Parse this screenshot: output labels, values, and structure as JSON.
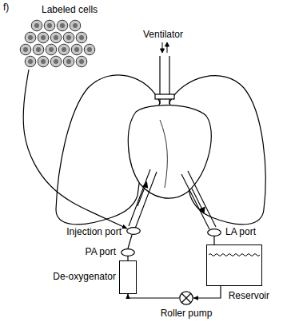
{
  "diagram": {
    "nodes": [
      {
        "text": [
          "Labeled cells"
        ]
      },
      {
        "text": [
          "Injection port"
        ]
      },
      {
        "text": [
          "LA port"
        ]
      },
      {
        "text": [
          "PA port"
        ]
      },
      {
        "text": [
          "De-oxygenator"
        ]
      },
      {
        "text": [
          "Reservoir"
        ]
      },
      {
        "text": [
          "Roller pump"
        ]
      }
    ],
    "edges": [
      {
        "from": 0,
        "to": 1,
        "arrow": "to"
      },
      {
        "from": 3,
        "to": 1,
        "arrow": "none"
      },
      {
        "from": 4,
        "to": 3,
        "arrow": "none"
      },
      {
        "from": 6,
        "to": 4,
        "arrow": "to"
      },
      {
        "from": 5,
        "to": 6,
        "arrow": "to"
      },
      {
        "from": 2,
        "to": 5,
        "arrow": "none"
      }
    ],
    "labels": [
      "f)",
      "Ventilator"
    ]
  }
}
